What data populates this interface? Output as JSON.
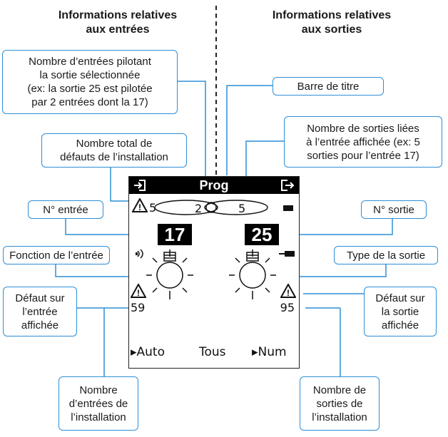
{
  "headers": {
    "inputs": [
      "Informations relatives",
      "aux entrées"
    ],
    "outputs": [
      "Informations relatives",
      "aux sorties"
    ]
  },
  "callouts": {
    "entrees_pilotant": [
      "Nombre d’entrées pilotant",
      "la sortie sélectionnée",
      "(ex: la sortie 25 est pilotée",
      "par 2 entrées dont la 17)"
    ],
    "barre_titre": [
      "Barre de titre"
    ],
    "sorties_liees": [
      "Nombre de sorties liées",
      "à l’entrée affichée (ex: 5",
      "sorties pour l’entrée 17)"
    ],
    "total_defauts": [
      "Nombre total de",
      "défauts de l’installation"
    ],
    "num_entree": [
      "N° entrée"
    ],
    "num_sortie": [
      "N° sortie"
    ],
    "fonction_entree": [
      "Fonction de l’entrée"
    ],
    "type_sortie": [
      "Type de la sortie"
    ],
    "defaut_entree": [
      "Défaut sur",
      "l’entrée",
      "affichée"
    ],
    "defaut_sortie": [
      "Défaut sur",
      "la sortie",
      "affichée"
    ],
    "nb_entrees": [
      "Nombre",
      "d’entrées de",
      "l’installation"
    ],
    "nb_sorties": [
      "Nombre de",
      "sorties de",
      "l’installation"
    ]
  },
  "screen": {
    "title": "Prog",
    "fault_total": "5",
    "inputs_count_link": "2",
    "outputs_count_link": "5",
    "input_number": "17",
    "output_number": "25",
    "input_total": "59",
    "output_total": "95",
    "softkeys": [
      "▸Auto",
      "Tous",
      "▸Num"
    ]
  },
  "colors": {
    "callout_border": "#2e8fd6",
    "lcd_text": "#111111",
    "divider": "#222222"
  },
  "icons": [
    "enter-icon",
    "exit-icon",
    "warning-icon",
    "lamp-icon",
    "battery-icon",
    "remote-icon",
    "plug-icon",
    "link-icon"
  ]
}
